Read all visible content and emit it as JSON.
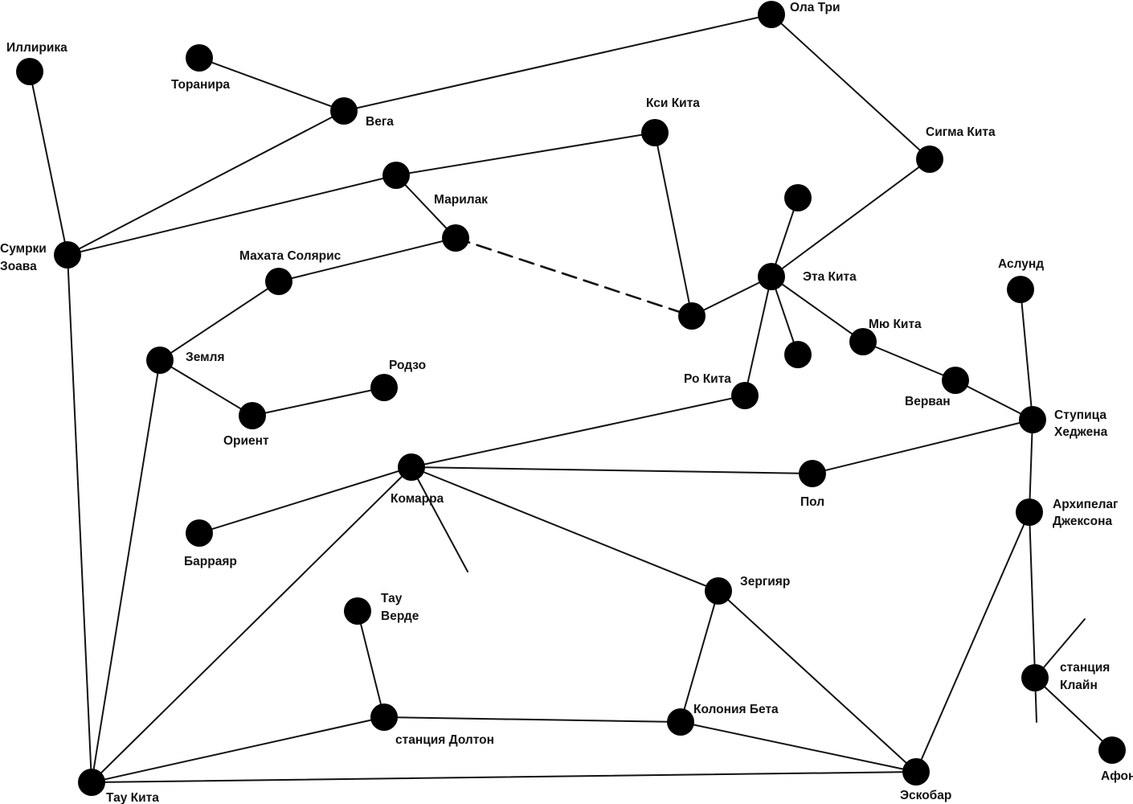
{
  "map": {
    "nodes": {
      "illyrica": "Иллирика",
      "toranira": "Торанира",
      "vega": "Вега",
      "ola_tri": "Ола Три",
      "ksi_kita": "Кси Кита",
      "sigma_kita": "Сигма Кита",
      "marilak": "Марилак",
      "sumrki_zoava": [
        "Сумрки",
        "Зоава"
      ],
      "makhata_solyaris": "Махата Солярис",
      "eta_kita": "Эта Кита",
      "aslund": "Аслунд",
      "myu_kita": "Мю Кита",
      "zemlya": "Земля",
      "rodzo": "Родзо",
      "ro_kita": "Ро Кита",
      "vervan": "Верван",
      "orient": "Ориент",
      "stupitsa_khedzhena": [
        "Ступица",
        "Хеджена"
      ],
      "komarra": "Комарра",
      "pol": "Пол",
      "arkhipelag_dzheksona": [
        "Архипелаг",
        "Джексона"
      ],
      "barrayar": "Барраяр",
      "zergiyar": "Зергияр",
      "tau_verde": [
        "Тау",
        "Верде"
      ],
      "stantsiya_klain": [
        "станция",
        "Клайн"
      ],
      "koloniya_beta": "Колония Бета",
      "stantsiya_dolton": "станция Долтон",
      "afon": "Афон",
      "eskobar": "Эскобар",
      "tau_kita": "Тау Кита"
    }
  }
}
